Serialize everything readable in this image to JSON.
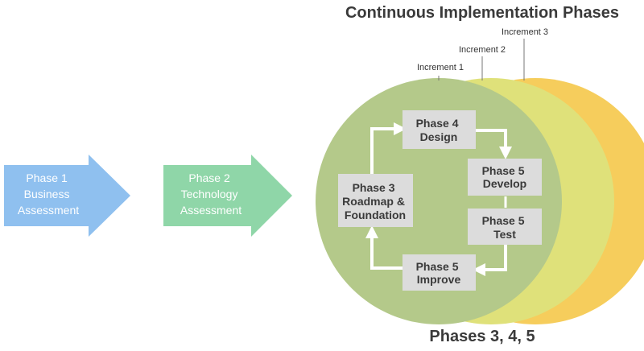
{
  "title": "Continuous Implementation Phases",
  "footer": "Phases 3, 4, 5",
  "increments": [
    "Increment 1",
    "Increment 2",
    "Increment 3"
  ],
  "arrows": [
    {
      "lines": [
        "Phase 1",
        "Business",
        "Assessment"
      ],
      "color": "#8fc0ef"
    },
    {
      "lines": [
        "Phase 2",
        "Technology",
        "Assessment"
      ],
      "color": "#8fd6a8"
    }
  ],
  "circles": {
    "increment_1": "#b4c98a",
    "increment_2": "#dfe17a",
    "increment_3": "#f6cd5c"
  },
  "cycle_boxes": {
    "phase3": [
      "Phase 3",
      "Roadmap &",
      "Foundation"
    ],
    "phase4": [
      "Phase 4",
      "Design"
    ],
    "phase5_develop": [
      "Phase 5",
      "Develop"
    ],
    "phase5_test": [
      "Phase 5",
      "Test"
    ],
    "phase5_improve": [
      "Phase 5",
      "Improve"
    ]
  },
  "box_color": "#dcdcdc"
}
